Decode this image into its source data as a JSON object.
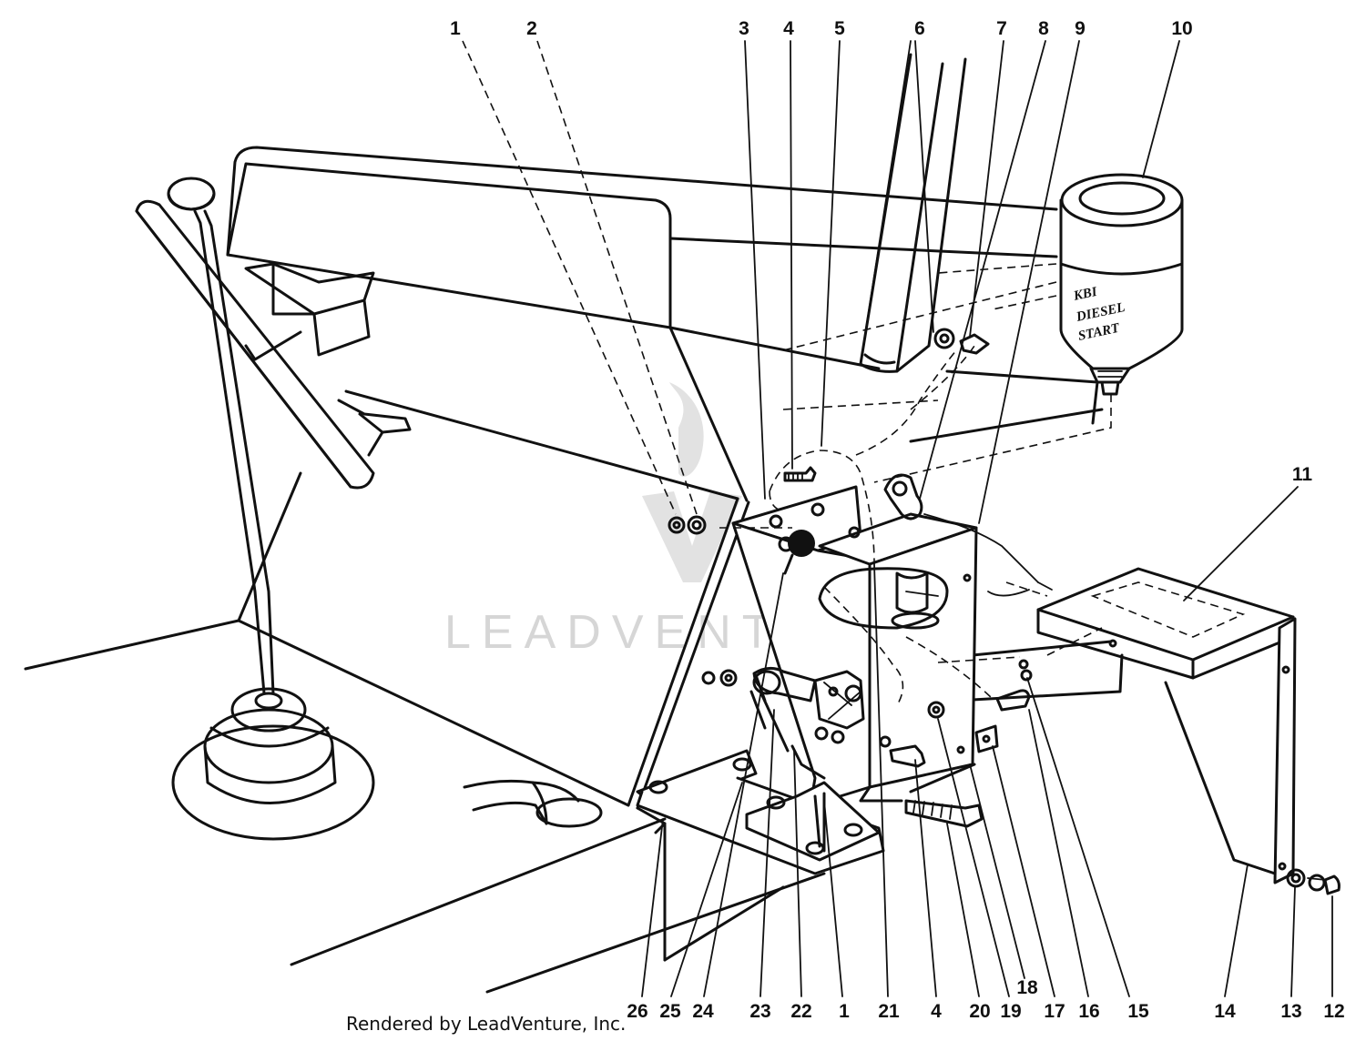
{
  "diagram": {
    "top_callouts": [
      "1",
      "2",
      "3",
      "4",
      "5",
      "6",
      "7",
      "8",
      "9",
      "10"
    ],
    "side_callouts": [
      "11"
    ],
    "bottom_callouts": [
      "26",
      "25",
      "24",
      "23",
      "22",
      "1",
      "21",
      "4",
      "20",
      "19",
      "18",
      "17",
      "16",
      "15",
      "14",
      "13",
      "12"
    ],
    "tank_label_line1": "KBI",
    "tank_label_line2": "DIESEL",
    "tank_label_line3": "START",
    "watermark": "LEADVENTURE",
    "credit": "Rendered by LeadVenture, Inc."
  }
}
